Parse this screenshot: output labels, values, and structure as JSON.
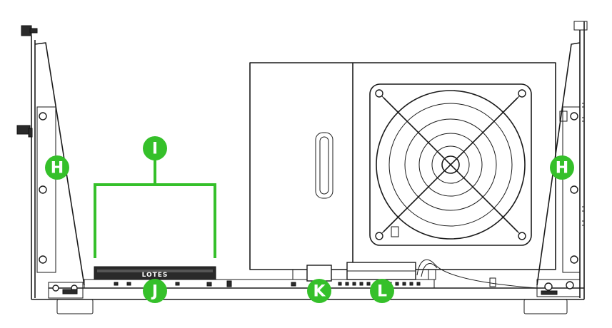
{
  "markers": {
    "h_left": "H",
    "h_right": "H",
    "i": "I",
    "j": "J",
    "k": "K",
    "l": "L"
  },
  "card_brand": "LOTES",
  "colors": {
    "marker_green": "#35c02a",
    "line": "#1a1a1a"
  }
}
